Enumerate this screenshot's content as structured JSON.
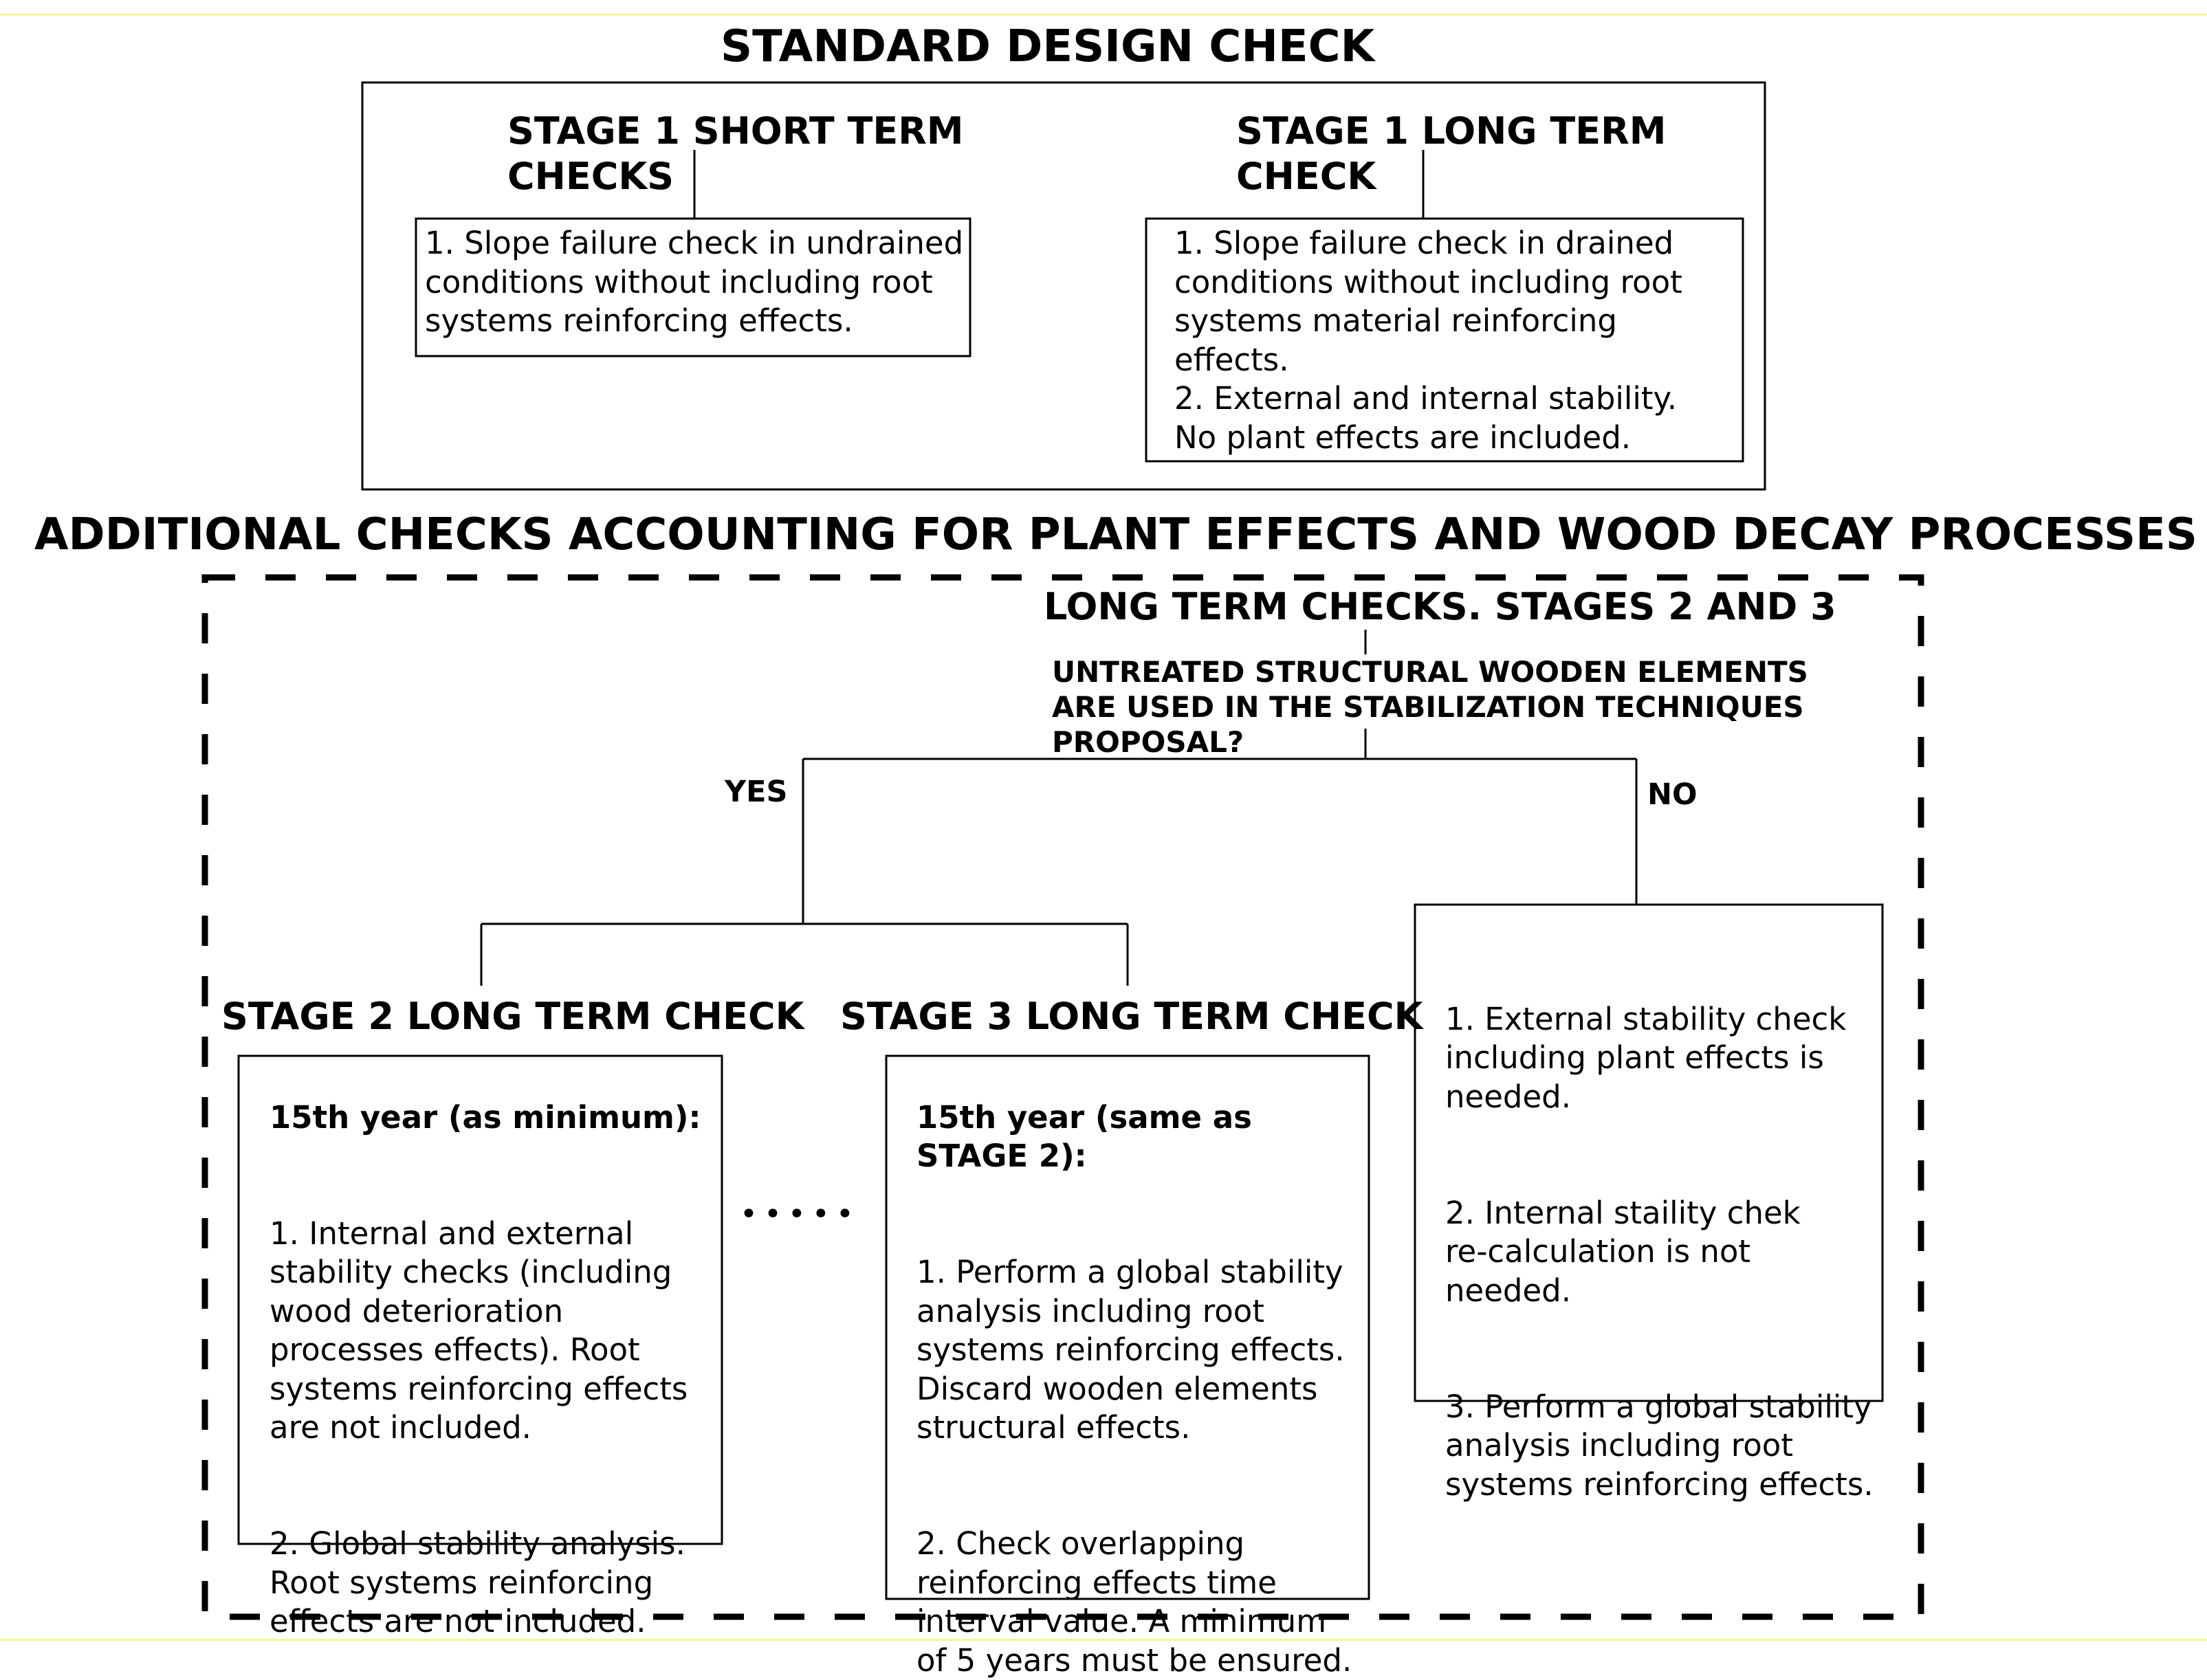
{
  "standard": {
    "title": "STANDARD DESIGN CHECK",
    "stage1_short": {
      "title": "STAGE 1 SHORT TERM\nCHECKS",
      "text": "1. Slope failure check in undrained\nconditions without including root\nsystems reinforcing effects."
    },
    "stage1_long": {
      "title": "STAGE 1 LONG TERM\nCHECK",
      "text": "1. Slope failure check in drained\nconditions without including root\nsystems material reinforcing\neffects.\n2. External and internal stability.\nNo plant effects are included."
    }
  },
  "additional": {
    "title": "ADDITIONAL CHECKS ACCOUNTING FOR PLANT EFFECTS AND WOOD DECAY PROCESSES",
    "long_term_title": "LONG TERM CHECKS. STAGES 2 AND 3",
    "question": "UNTREATED STRUCTURAL WOODEN ELEMENTS\nARE USED IN THE STABILIZATION TECHNIQUES\nPROPOSAL?",
    "yes_label": "YES",
    "no_label": "NO",
    "stage2": {
      "title": "STAGE 2 LONG TERM CHECK",
      "heading": "15th year (as minimum):",
      "item1": "1. Internal and external\nstability checks (including\nwood deterioration\nprocesses effects). Root\nsystems reinforcing effects\nare not included.",
      "item2": "2. Global stability analysis.\nRoot systems reinforcing\neffects are not included."
    },
    "ellipsis": "•••••",
    "stage3": {
      "title": "STAGE 3 LONG TERM CHECK",
      "heading": "15th year (same as\nSTAGE 2):",
      "item1": "1. Perform a global stability\nanalysis including root\nsystems reinforcing effects.\nDiscard wooden elements\nstructural effects.",
      "item2": "2. Check overlapping\nreinforcing effects time\ninterval value. A minimum\nof 5 years must be ensured."
    },
    "no_branch": {
      "item1": "1. External stability check\nincluding plant effects is\nneeded.",
      "item2": "2. Internal staility chek\nre-calculation is not\nneeded.",
      "item3": "3. Perform a global stability\nanalysis including root\nsystems reinforcing effects."
    }
  }
}
